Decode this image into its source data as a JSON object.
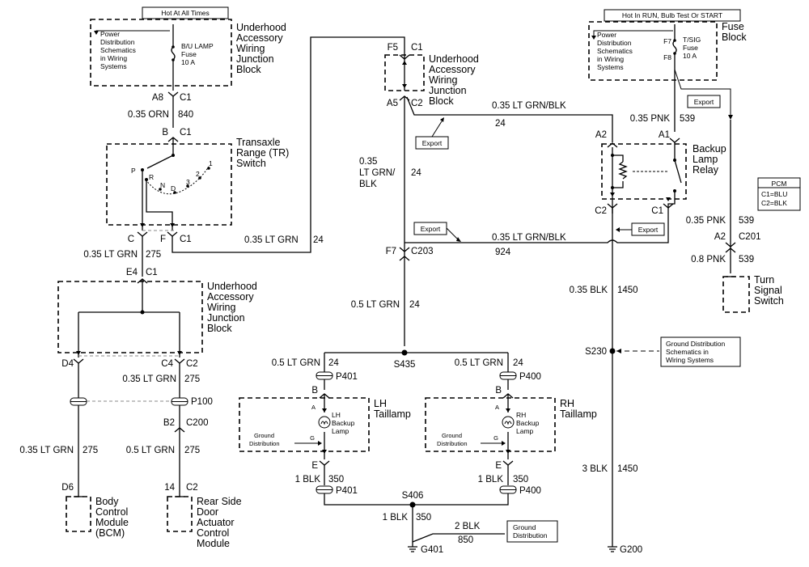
{
  "left": {
    "hot_label": "Hot At All Times",
    "uajb_top": {
      "ref_lines": [
        "Power",
        "Distribution",
        "Schematics",
        "in Wiring",
        "Systems"
      ],
      "fuse_lines": [
        "B/U LAMP",
        "Fuse",
        "10 A"
      ],
      "name_lines": [
        "Underhood",
        "Accessory",
        "Wiring",
        "Junction",
        "Block"
      ]
    },
    "conn_a8": "A8",
    "conn_c1a": "C1",
    "wire_840": "0.35 ORN",
    "circuit_840": "840",
    "conn_b": "B",
    "conn_c1b": "C1",
    "tr_switch": {
      "name_lines": [
        "Transaxle",
        "Range (TR)",
        "Switch"
      ],
      "positions": [
        "P",
        "R",
        "N",
        "D",
        "3",
        "2",
        "1"
      ]
    },
    "conn_c": "C",
    "conn_f": "F",
    "conn_c1c": "C1",
    "wire_275a": "0.35 LT GRN",
    "circuit_275a": "275",
    "wire_24a": "0.35 LT GRN",
    "circuit_24a": "24",
    "conn_e4": "E4",
    "conn_c1d": "C1",
    "uajb_mid": {
      "name_lines": [
        "Underhood",
        "Accessory",
        "Wiring",
        "Junction",
        "Block"
      ]
    },
    "conn_d4": "D4",
    "conn_c4": "C4",
    "conn_c2a": "C2",
    "wire_275b": "0.35 LT GRN",
    "circuit_275b": "275",
    "conn_p100": "P100",
    "conn_b2": "B2",
    "conn_c200": "C200",
    "wire_275c": "0.35 LT GRN",
    "circuit_275c": "275",
    "wire_275d": "0.5 LT GRN",
    "circuit_275d": "275",
    "conn_d6": "D6",
    "conn_14": "14",
    "conn_c2b": "C2",
    "bcm_lines": [
      "Body",
      "Control",
      "Module",
      "(BCM)"
    ],
    "rsdacm_lines": [
      "Rear Side",
      "Door",
      "Actuator",
      "Control",
      "Module"
    ]
  },
  "center": {
    "conn_f5": "F5",
    "conn_c1": "C1",
    "uajb_lines": [
      "Underhood",
      "Accessory",
      "Wiring",
      "Junction",
      "Block"
    ],
    "conn_a5": "A5",
    "conn_c2": "C2",
    "export_label": "Export",
    "wire_24_lines": [
      "0.35",
      "LT GRN/",
      "BLK"
    ],
    "circuit_24": "24",
    "conn_f7": "F7",
    "conn_c203": "C203",
    "wire_24b": "0.5 LT GRN",
    "circuit_24b": "24",
    "splice_s435": "S435",
    "wire_lh": "0.5 LT GRN",
    "circuit_lh": "24",
    "wire_rh": "0.5 LT GRN",
    "circuit_rh": "24",
    "conn_p401": "P401",
    "conn_p400": "P400",
    "conn_b_lh": "B",
    "conn_b_rh": "B",
    "lh_taillamp_lines": [
      "LH",
      "Taillamp"
    ],
    "rh_taillamp_lines": [
      "RH",
      "Taillamp"
    ],
    "lh_bulb_lines": [
      "LH",
      "Backup",
      "Lamp"
    ],
    "rh_bulb_lines": [
      "RH",
      "Backup",
      "Lamp"
    ],
    "ground_dist_lines": [
      "Ground",
      "Distribution"
    ],
    "pin_a": "A",
    "pin_g": "G",
    "conn_e_lh": "E",
    "conn_e_rh": "E",
    "wire_350a": "1 BLK",
    "circuit_350a": "350",
    "wire_350b": "1 BLK",
    "circuit_350b": "350",
    "splice_s406": "S406",
    "wire_350c": "1 BLK",
    "circuit_350c": "350",
    "wire_850": "2 BLK",
    "circuit_850": "850",
    "ground_g401": "G401",
    "ground_box_lines": [
      "Ground",
      "Distribution"
    ]
  },
  "right": {
    "hot_label": "Hot In RUN, Bulb Test Or START",
    "fuse_block": {
      "ref_lines": [
        "Power",
        "Distribution",
        "Schematics",
        "in Wiring",
        "Systems"
      ],
      "conn_f7": "F7",
      "conn_f8": "F8",
      "fuse_lines": [
        "T/SIG",
        "Fuse",
        "10 A"
      ],
      "name_lines": [
        "Fuse",
        "Block"
      ]
    },
    "wire_24_top": "0.35 LT GRN/BLK",
    "circuit_24_top": "24",
    "export_label": "Export",
    "wire_539a": "0.35 PNK",
    "circuit_539a": "539",
    "conn_a2": "A2",
    "conn_a1": "A1",
    "relay_lines": [
      "Backup",
      "Lamp",
      "Relay"
    ],
    "conn_c2": "C2",
    "conn_c1": "C1",
    "pcm_title": "PCM",
    "pcm_lines": [
      "C1=BLU",
      "C2=BLK"
    ],
    "wire_924": "0.35 LT GRN/BLK",
    "circuit_924": "924",
    "wire_539b": "0.35 PNK",
    "circuit_539b": "539",
    "conn_a2b": "A2",
    "conn_c201": "C201",
    "wire_539c": "0.8 PNK",
    "circuit_539c": "539",
    "turn_switch_lines": [
      "Turn",
      "Signal",
      "Switch"
    ],
    "wire_1450a": "0.35 BLK",
    "circuit_1450a": "1450",
    "splice_s230": "S230",
    "ground_ref_lines": [
      "Ground Distribution",
      "Schematics in",
      "Wiring Systems"
    ],
    "wire_1450b": "3 BLK",
    "circuit_1450b": "1450",
    "ground_g200": "G200"
  }
}
